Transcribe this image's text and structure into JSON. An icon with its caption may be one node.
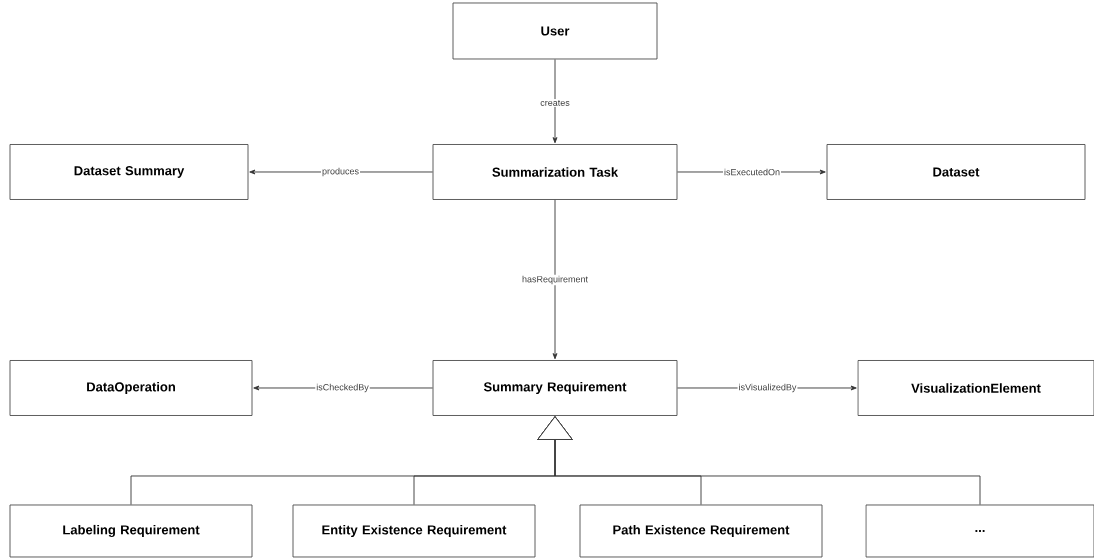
{
  "diagram": {
    "nodes": [
      {
        "text": [
          "User"
        ]
      },
      {
        "text": [
          "Dataset Summary"
        ]
      },
      {
        "text": [
          "Summarization Task"
        ]
      },
      {
        "text": [
          "Dataset"
        ]
      },
      {
        "text": [
          "DataOperation"
        ]
      },
      {
        "text": [
          "Summary Requirement"
        ]
      },
      {
        "text": [
          "VisualizationElement"
        ]
      },
      {
        "text": [
          "Labeling Requirement"
        ]
      },
      {
        "text": [
          "Entity Existence Requirement"
        ]
      },
      {
        "text": [
          "Path Existence Requirement"
        ]
      },
      {
        "text": [
          "..."
        ]
      }
    ],
    "edges": [
      {
        "from": 0,
        "to": 2,
        "arrow": "to",
        "label": "creates"
      },
      {
        "from": 2,
        "to": 1,
        "arrow": "to",
        "label": "produces"
      },
      {
        "from": 2,
        "to": 3,
        "arrow": "to",
        "label": "isExecutedOn"
      },
      {
        "from": 2,
        "to": 5,
        "arrow": "to",
        "label": "hasRequirement"
      },
      {
        "from": 5,
        "to": 4,
        "arrow": "to",
        "label": "isCheckedBy"
      },
      {
        "from": 5,
        "to": 6,
        "arrow": "to",
        "label": "isVisualizedBy"
      },
      {
        "from": 7,
        "to": 5,
        "arrow": "to"
      },
      {
        "from": 8,
        "to": 5,
        "arrow": "to"
      },
      {
        "from": 9,
        "to": 5,
        "arrow": "to"
      },
      {
        "from": 10,
        "to": 5,
        "arrow": "to"
      }
    ]
  }
}
